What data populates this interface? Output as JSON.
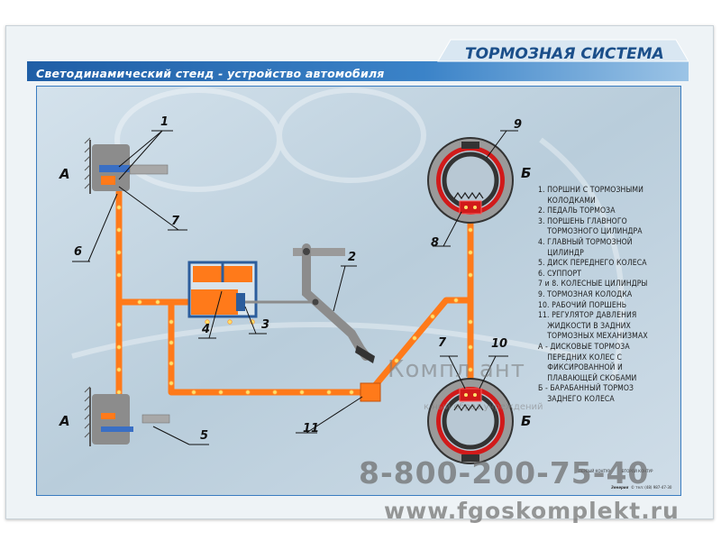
{
  "header": {
    "subtitle": "Светодинамический стенд - устройство автомобиля",
    "title": "ТОРМОЗНАЯ СИСТЕМА"
  },
  "diagram": {
    "labels": {
      "left_top": "А",
      "left_bottom": "А",
      "right_top": "Б",
      "right_bottom": "Б"
    },
    "callouts": [
      "1",
      "2",
      "3",
      "4",
      "5",
      "6",
      "7",
      "7",
      "8",
      "9",
      "10",
      "11"
    ]
  },
  "legend": [
    "1. ПОРШНИ С ТОРМОЗНЫМИ",
    "    КОЛОДКАМИ",
    "2. ПЕДАЛЬ ТОРМОЗА",
    "3. ПОРШЕНЬ ГЛАВНОГО",
    "    ТОРМОЗНОГО ЦИЛИНДРА",
    "4. ГЛАВНЫЙ ТОРМОЗНОЙ",
    "    ЦИЛИНДР",
    "5. ДИСК ПЕРЕДНЕГО КОЛЕСА",
    "6. СУППОРТ",
    "7 и 8. КОЛЕСНЫЕ ЦИЛИНДРЫ",
    "9. ТОРМОЗНАЯ КОЛОДКА",
    "10. РАБОЧИЙ ПОРШЕНЬ",
    "11. РЕГУЛЯТОР ДАВЛЕНИЯ",
    "    ЖИДКОСТИ В ЗАДНИХ",
    "    ТОРМОЗНЫХ МЕХАНИЗМАХ",
    "А - ДИСКОВЫЕ ТОРМОЗА",
    "    ПЕРЕДНИХ КОЛЕС С",
    "    ФИКСИРОВАННОЙ И",
    "    ПЛАВАЮЩЕЙ СКОБАМИ",
    "Б - БАРАБАННЫЙ ТОРМОЗ",
    "    ЗАДНЕГО КОЛЕСА"
  ],
  "footer": {
    "circuit1": "ПЕРВЫЙ КОНТУР",
    "circuit2": "ВТОРОЙ КОНТУР",
    "brand": "Зенерия",
    "contact": "© тел: (48) 987-47-30"
  },
  "watermark": {
    "name": "Компл   ант",
    "tagline": "к         ный образ          учреждений",
    "phone": "8-800-200-75-40",
    "site": "www.fgoskomplekt.ru"
  },
  "colors": {
    "line_orange": "#ff7a1a",
    "led": "#ffe26a",
    "header_blue": "#2c6fb3",
    "title_blue": "#1b4f8a",
    "drum_red": "#d11a1a",
    "gray": "#9a9a9a"
  }
}
